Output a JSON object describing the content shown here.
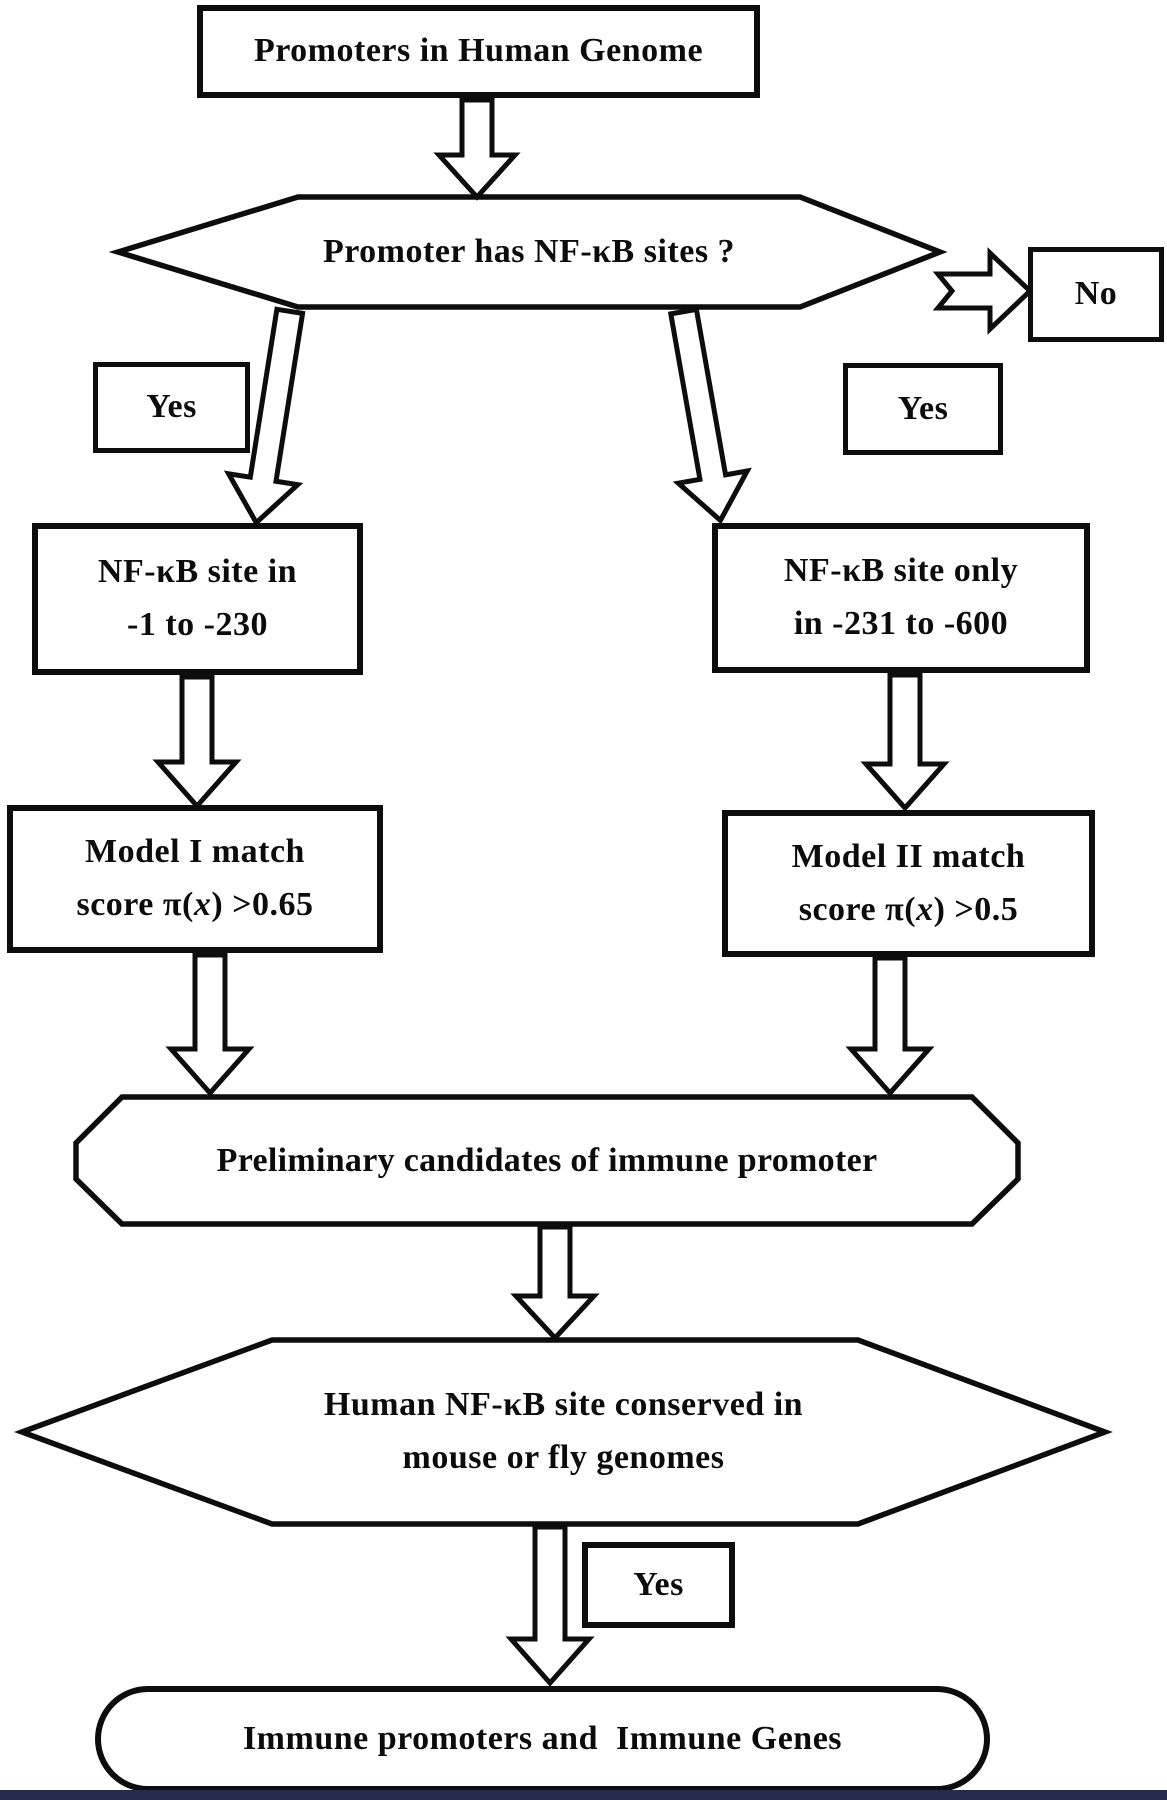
{
  "page": {
    "background": "#ffffff",
    "ink": "#0d0d0d",
    "bottom_bar_color": "#262b4d"
  },
  "nodes": {
    "start": {
      "label": "Promoters in Human Genome"
    },
    "decision_nfkb": {
      "label": "Promoter has NF-κB sites ?"
    },
    "no_box": {
      "label": "No"
    },
    "yes_left": {
      "label": "Yes"
    },
    "yes_right": {
      "label": "Yes"
    },
    "site_proximal": {
      "line1": "NF-κB site in",
      "line2": "-1 to -230"
    },
    "site_distal": {
      "line1": "NF-κB site only",
      "line2": "in -231 to -600"
    },
    "model1": {
      "line1": "Model I match",
      "score_prefix": "score π(",
      "score_var": "x",
      "score_suffix": ") >0.65"
    },
    "model2": {
      "line1": "Model II match",
      "score_prefix": "score π(",
      "score_var": "x",
      "score_suffix": ") >0.5"
    },
    "candidates": {
      "label": "Preliminary candidates of immune promoter"
    },
    "decision_conserved": {
      "line1": "Human NF-κB site conserved in",
      "line2": "mouse or fly genomes"
    },
    "yes_bottom": {
      "label": "Yes"
    },
    "result": {
      "label": "Immune promoters and  Immune Genes"
    }
  }
}
